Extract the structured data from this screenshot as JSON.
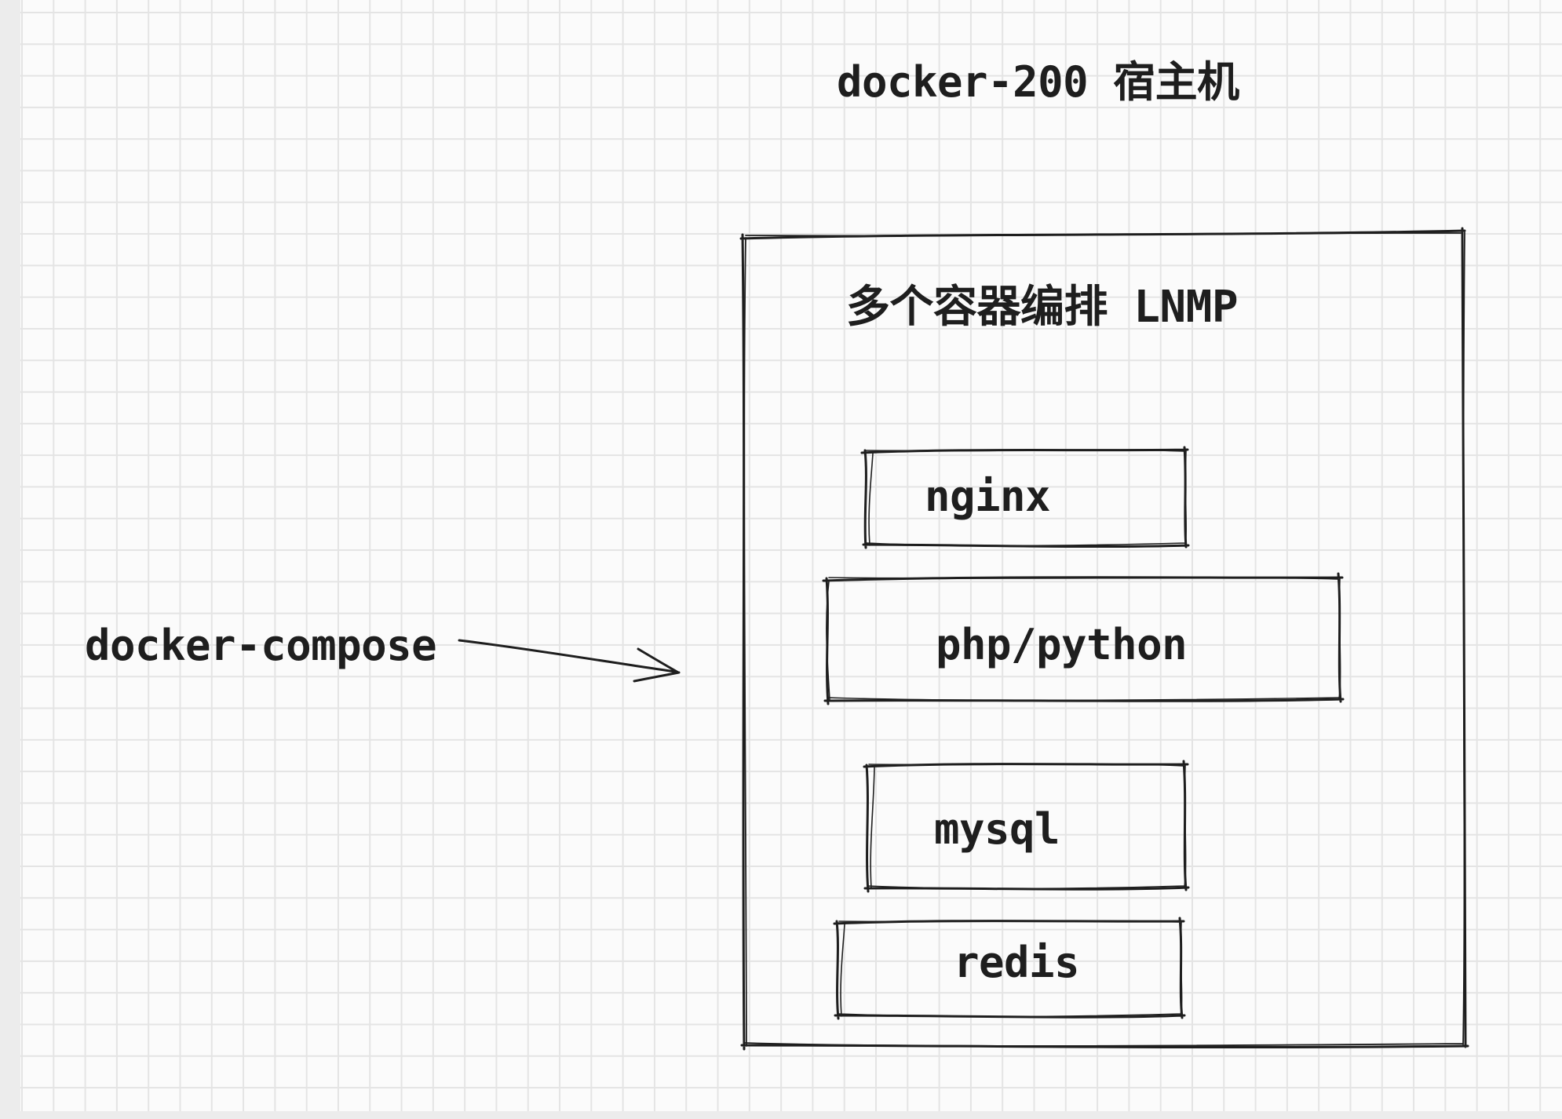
{
  "diagram": {
    "host_title": "docker-200 宿主机",
    "compose_label": "docker-compose",
    "group_title": "多个容器编排 LNMP",
    "containers": [
      {
        "id": "nginx",
        "label": "nginx"
      },
      {
        "id": "php-python",
        "label": "php/python"
      },
      {
        "id": "mysql",
        "label": "mysql"
      },
      {
        "id": "redis",
        "label": "redis"
      }
    ],
    "colors": {
      "ink": "#1e1e1e",
      "grid_line": "#e4e4e4",
      "paper": "#fbfbfb",
      "paper_edge": "#ececec"
    }
  }
}
